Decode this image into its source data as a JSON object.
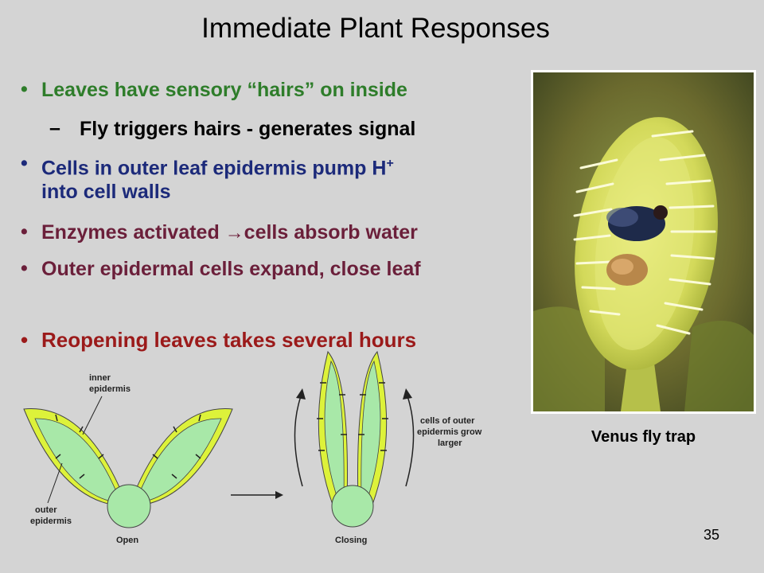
{
  "slide": {
    "title": "Immediate Plant Responses",
    "page_number": "35"
  },
  "bullets": [
    {
      "marker": "•",
      "text": "Leaves have sensory “hairs” on inside",
      "color": "#2e7d2a"
    },
    {
      "marker": "–",
      "text": "Fly triggers hairs - generates signal",
      "color": "#000000"
    },
    {
      "marker": "•",
      "text_before_sup": "Cells in outer leaf epidermis pump H",
      "sup": "+",
      "text_after_sup": "into cell walls",
      "color": "#1c2a7a"
    },
    {
      "marker": "•",
      "text_before_arrow": "Enzymes activated ",
      "arrow_glyph": "→",
      "text_after_arrow": "cells absorb water",
      "color": "#6b1f3a"
    },
    {
      "marker": "•",
      "text": "Outer epidermal cells expand, close leaf",
      "color": "#6b1f3a"
    },
    {
      "marker": "•",
      "text": "Reopening leaves takes several hours",
      "color": "#9b1a1a"
    }
  ],
  "photo": {
    "caption": "Venus fly trap"
  },
  "diagram": {
    "labels": {
      "inner_epidermis_1": "inner",
      "inner_epidermis_2": "epidermis",
      "outer_epidermis_1": "outer",
      "outer_epidermis_2": "epidermis",
      "open": "Open",
      "closing": "Closing",
      "grow_1": "cells of outer",
      "grow_2": "epidermis grow",
      "grow_3": "larger"
    },
    "colors": {
      "outer_epidermis": "#ddf23a",
      "inner_epidermis": "#a8e8a8",
      "base": "#a8e8a8"
    }
  }
}
